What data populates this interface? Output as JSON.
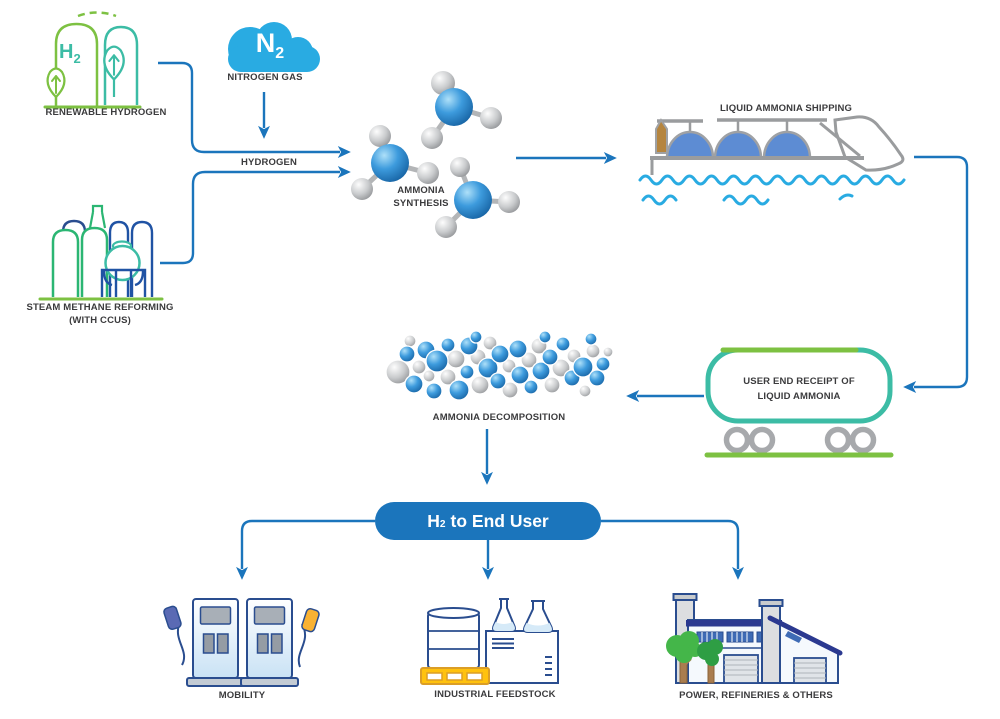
{
  "colors": {
    "arrow_blue": "#1B75BC",
    "cyan": "#29ABE2",
    "green": "#7DC142",
    "jade": "#2BB673",
    "teal": "#3CBCA5",
    "navy": "#2A4D8F",
    "roof_navy": "#2B3990",
    "ship_gray": "#9A9C9E",
    "dome_blue": "#5D8CD3",
    "bow_brown": "#B5853F",
    "pill_blue": "#1B75BC",
    "pallet_yellow": "#FFC20E",
    "nozzle_blue": "#5A6AB4",
    "nozzle_yellow": "#F9B233",
    "label_dark": "#3B3B3D"
  },
  "nodes": {
    "renewable_hydrogen": {
      "icon_text_h": "H",
      "icon_text_sub": "2",
      "label": "RENEWABLE HYDROGEN"
    },
    "nitrogen_gas": {
      "symbol": "N",
      "symbol_sub": "2",
      "label": "NITROGEN GAS"
    },
    "steam_methane_reforming": {
      "label_line1": "STEAM METHANE REFORMING",
      "label_line2": "(WITH CCUS)"
    },
    "hydrogen_stream": {
      "label": "HYDROGEN"
    },
    "ammonia_synthesis": {
      "label_line1": "AMMONIA",
      "label_line2": "SYNTHESIS"
    },
    "liquid_ammonia_shipping": {
      "label": "LIQUID AMMONIA SHIPPING"
    },
    "user_end_receipt": {
      "label_line1": "USER END RECEIPT OF",
      "label_line2": "LIQUID AMMONIA"
    },
    "ammonia_decomposition": {
      "label": "AMMONIA DECOMPOSITION"
    },
    "h2_to_end_user": {
      "prefix": "H",
      "sub": "2",
      "suffix": "to End User"
    },
    "mobility": {
      "label": "MOBILITY"
    },
    "industrial_feedstock": {
      "label": "INDUSTRIAL FEEDSTOCK"
    },
    "power_refineries": {
      "label": "POWER, REFINERIES & OTHERS"
    }
  }
}
